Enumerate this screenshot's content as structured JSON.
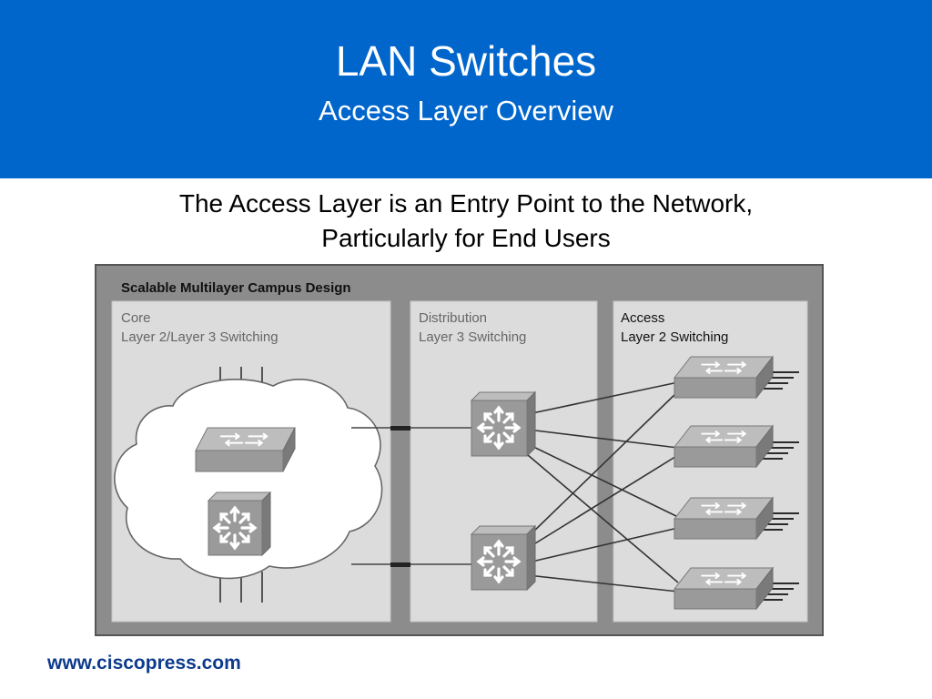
{
  "header": {
    "title": "LAN Switches",
    "subtitle": "Access Layer Overview",
    "background_color": "#0066cc"
  },
  "intro": {
    "line1": "The Access Layer is an Entry Point to the Network,",
    "line2": "Particularly for End Users"
  },
  "diagram": {
    "title": "Scalable Multilayer Campus Design",
    "panels": {
      "core": {
        "name": "Core",
        "sublabel": "Layer 2/Layer 3 Switching"
      },
      "distribution": {
        "name": "Distribution",
        "sublabel": "Layer 3 Switching"
      },
      "access": {
        "name": "Access",
        "sublabel": "Layer 2 Switching"
      }
    },
    "devices": {
      "core": [
        "layer2-switch-icon",
        "multilayer-switch-icon"
      ],
      "distribution": [
        "multilayer-switch-icon",
        "multilayer-switch-icon"
      ],
      "access": [
        "layer2-switch-icon",
        "layer2-switch-icon",
        "layer2-switch-icon",
        "layer2-switch-icon"
      ]
    },
    "colors": {
      "frame": "#8c8c8c",
      "panel": "#dcdcdc",
      "panel_border": "#c8c8c8",
      "switch_gray": "#9a9a9a",
      "link": "#333333"
    }
  },
  "footer": {
    "url": "www.ciscopress.com"
  }
}
